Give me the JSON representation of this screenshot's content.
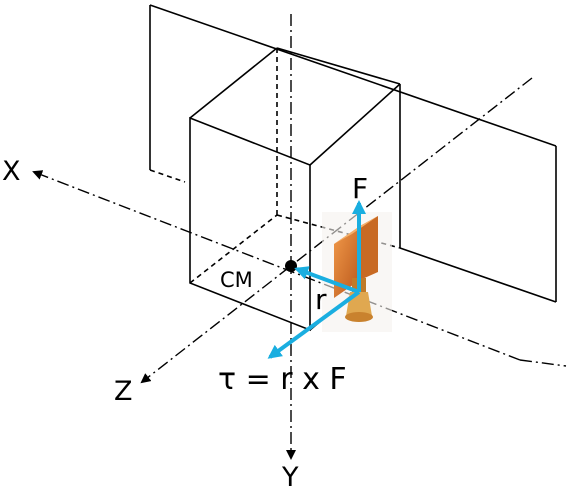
{
  "labels": {
    "axis_x": "X",
    "axis_y": "Y",
    "axis_z": "Z",
    "force": "F",
    "radius": "r",
    "center_of_mass": "CM",
    "torque_equation": "τ = r x F"
  },
  "colors": {
    "line": "#000000",
    "vector": "#1aaee0",
    "thruster_body": "#e07a2a",
    "thruster_nozzle": "#d9a441",
    "background": "#ffffff"
  },
  "icons": {
    "thruster": "rocket-thruster-icon"
  }
}
